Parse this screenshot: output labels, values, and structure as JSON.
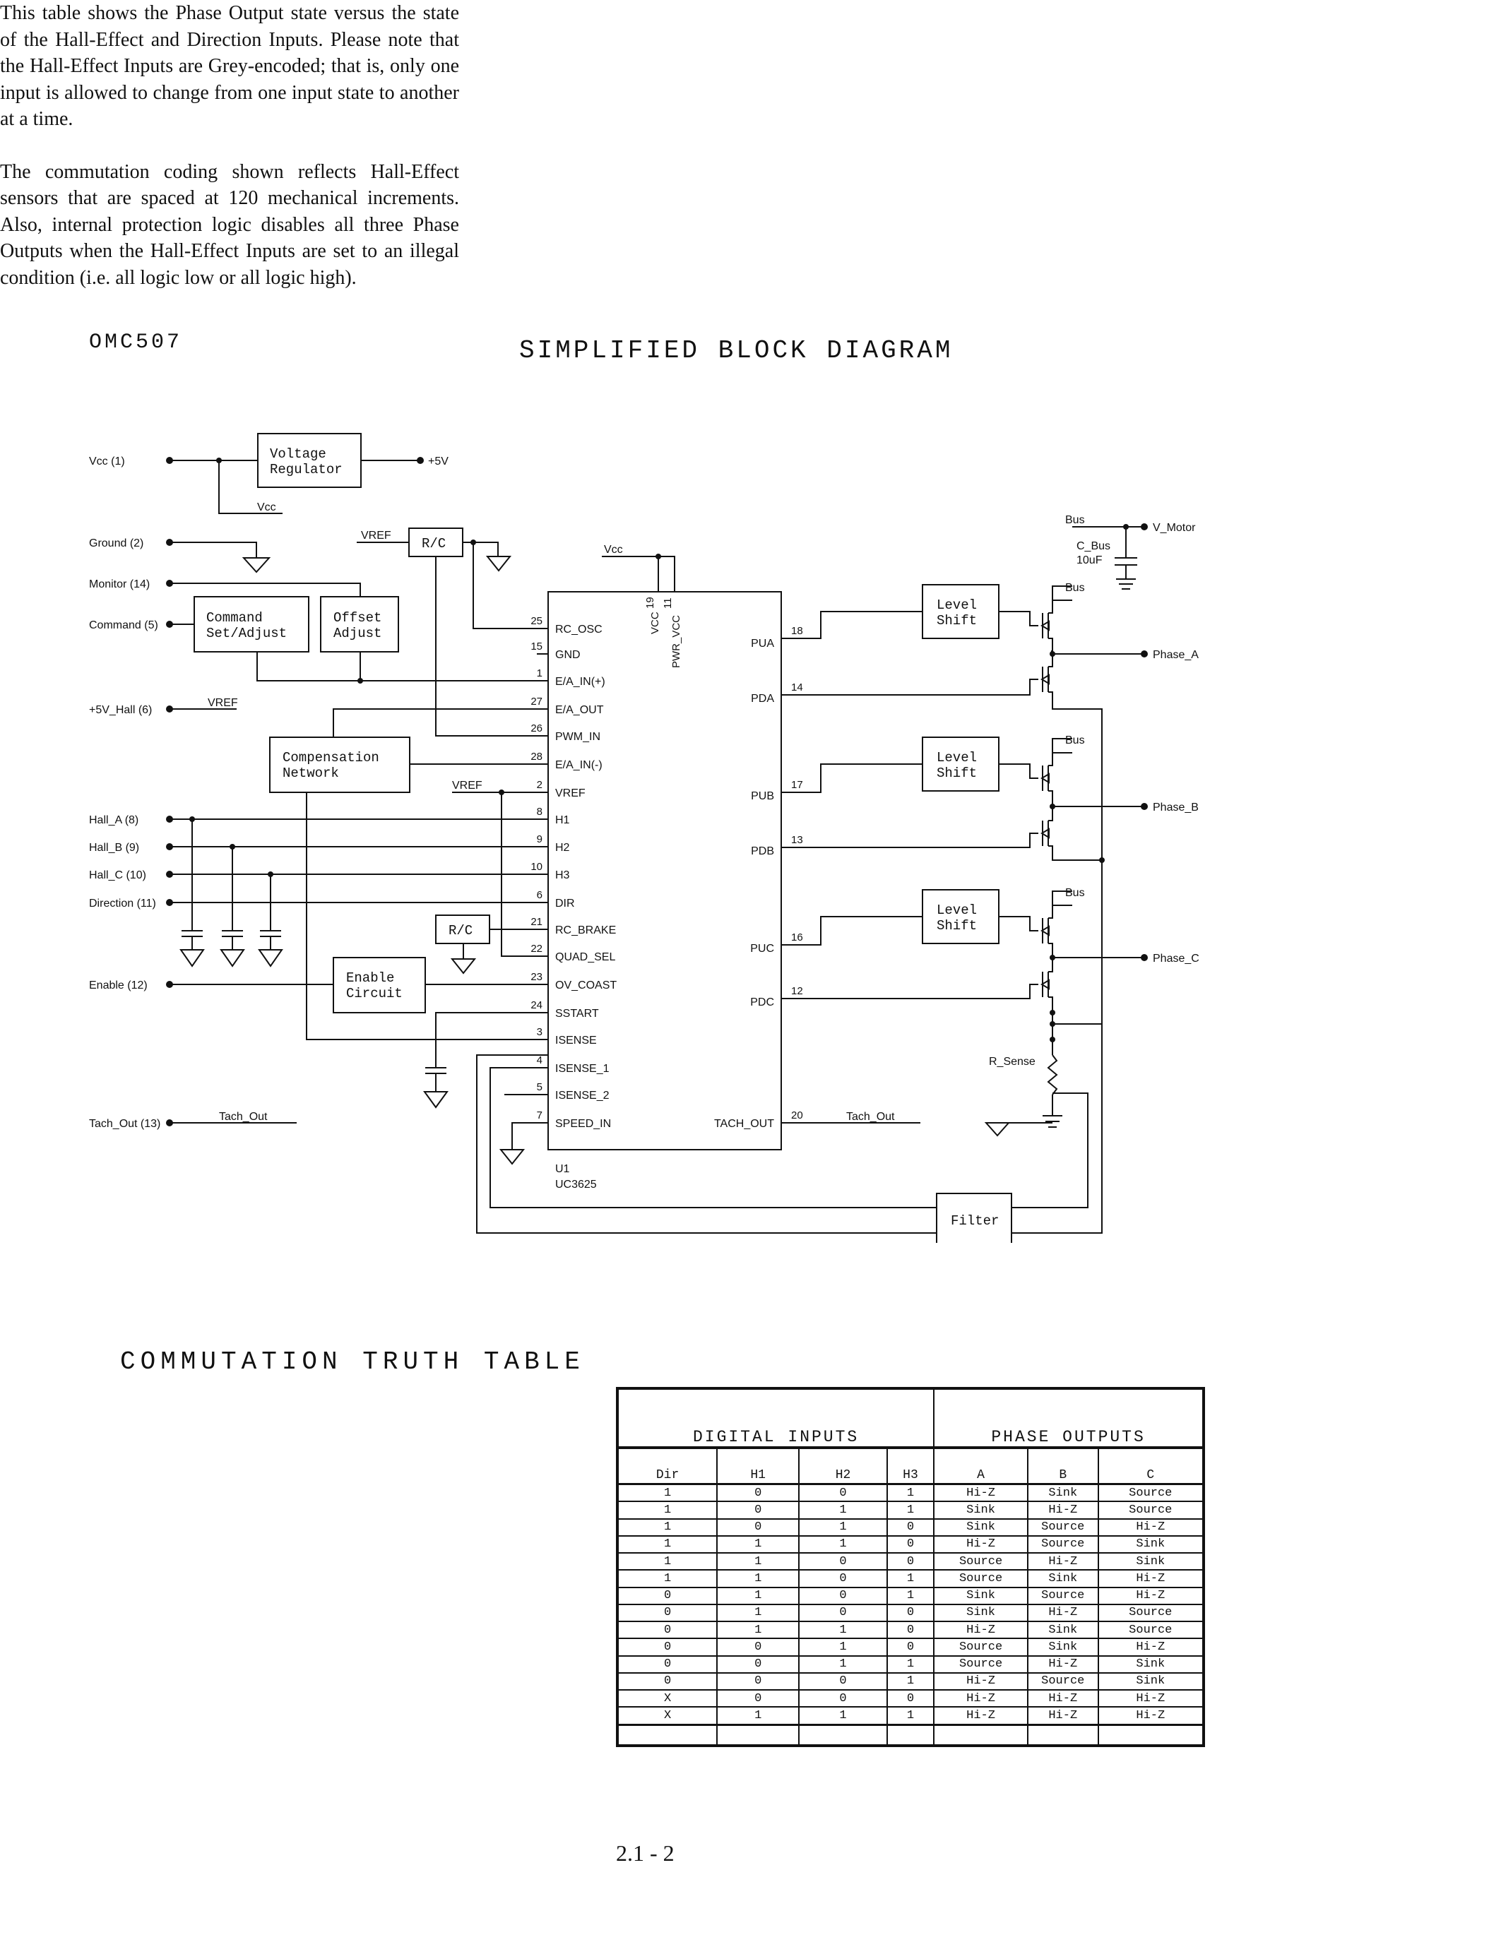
{
  "header": {
    "part_number": "OMC507",
    "title": "SIMPLIFIED BLOCK DIAGRAM"
  },
  "diagram": {
    "left_pins": {
      "vcc": "Vcc (1)",
      "ground": "Ground (2)",
      "monitor": "Monitor (14)",
      "command": "Command (5)",
      "hall_5v": "+5V_Hall (6)",
      "hall_a": "Hall_A (8)",
      "hall_b": "Hall_B (9)",
      "hall_c": "Hall_C (10)",
      "direction": "Direction (11)",
      "enable": "Enable (12)",
      "tach_out": "Tach_Out (13)"
    },
    "blocks": {
      "voltage_regulator": [
        "Voltage",
        "Regulator"
      ],
      "command_adjust": [
        "Command",
        "Set/Adjust"
      ],
      "offset_adjust": [
        "Offset",
        "Adjust"
      ],
      "compensation": [
        "Compensation",
        "Network"
      ],
      "enable_circuit": [
        "Enable",
        "Circuit"
      ],
      "rc": "R/C",
      "level_shift": [
        "Level",
        "Shift"
      ],
      "filter": "Filter"
    },
    "net_labels": {
      "plus5v": "+5V",
      "vcc": "Vcc",
      "vref": "VREF",
      "tach_out": "Tach_Out",
      "bus": "Bus",
      "v_motor": "V_Motor",
      "c_bus": "C_Bus",
      "c_bus_value": "10uF",
      "phase_a": "Phase_A",
      "phase_b": "Phase_B",
      "phase_c": "Phase_C",
      "r_sense": "R_Sense"
    },
    "ic": {
      "name": "U1",
      "part": "UC3625",
      "left_pins": [
        {
          "num": "25",
          "name": "RC_OSC"
        },
        {
          "num": "15",
          "name": "GND"
        },
        {
          "num": "1",
          "name": "E/A_IN(+)"
        },
        {
          "num": "27",
          "name": "E/A_OUT"
        },
        {
          "num": "26",
          "name": "PWM_IN"
        },
        {
          "num": "28",
          "name": "E/A_IN(-)"
        },
        {
          "num": "2",
          "name": "VREF"
        },
        {
          "num": "8",
          "name": "H1"
        },
        {
          "num": "9",
          "name": "H2"
        },
        {
          "num": "10",
          "name": "H3"
        },
        {
          "num": "6",
          "name": "DIR"
        },
        {
          "num": "21",
          "name": "RC_BRAKE"
        },
        {
          "num": "22",
          "name": "QUAD_SEL"
        },
        {
          "num": "23",
          "name": "OV_COAST"
        },
        {
          "num": "24",
          "name": "SSTART"
        },
        {
          "num": "3",
          "name": "ISENSE"
        },
        {
          "num": "4",
          "name": "ISENSE_1"
        },
        {
          "num": "5",
          "name": "ISENSE_2"
        },
        {
          "num": "7",
          "name": "SPEED_IN"
        }
      ],
      "top_pins": [
        {
          "num": "19",
          "name": "VCC"
        },
        {
          "num": "11",
          "name": "PWR_VCC"
        }
      ],
      "right_pins": [
        {
          "num": "18",
          "name": "PUA"
        },
        {
          "num": "14",
          "name": "PDA"
        },
        {
          "num": "17",
          "name": "PUB"
        },
        {
          "num": "13",
          "name": "PDB"
        },
        {
          "num": "16",
          "name": "PUC"
        },
        {
          "num": "12",
          "name": "PDC"
        },
        {
          "num": "20",
          "name": "TACH_OUT"
        }
      ]
    }
  },
  "truth_table": {
    "title": "COMMUTATION TRUTH TABLE",
    "description": [
      "This table shows the Phase Output state versus the state of the Hall-Effect and Direction Inputs. Please note that the Hall-Effect Inputs are Grey-encoded; that is, only one input is allowed to change from one input state to another at a time.",
      "The commutation coding shown reflects Hall-Effect sensors that are spaced at 120 mechanical increments. Also, internal protection logic disables all three Phase Outputs when the Hall-Effect Inputs are set to an illegal condition (i.e. all logic low or all logic high)."
    ],
    "group_headers": {
      "inputs": "DIGITAL INPUTS",
      "outputs": "PHASE OUTPUTS"
    },
    "columns": [
      "Dir",
      "H1",
      "H2",
      "H3",
      "A",
      "B",
      "C"
    ],
    "rows": [
      [
        "1",
        "0",
        "0",
        "1",
        "Hi-Z",
        "Sink",
        "Source"
      ],
      [
        "1",
        "0",
        "1",
        "1",
        "Sink",
        "Hi-Z",
        "Source"
      ],
      [
        "1",
        "0",
        "1",
        "0",
        "Sink",
        "Source",
        "Hi-Z"
      ],
      [
        "1",
        "1",
        "1",
        "0",
        "Hi-Z",
        "Source",
        "Sink"
      ],
      [
        "1",
        "1",
        "0",
        "0",
        "Source",
        "Hi-Z",
        "Sink"
      ],
      [
        "1",
        "1",
        "0",
        "1",
        "Source",
        "Sink",
        "Hi-Z"
      ],
      [
        "0",
        "1",
        "0",
        "1",
        "Sink",
        "Source",
        "Hi-Z"
      ],
      [
        "0",
        "1",
        "0",
        "0",
        "Sink",
        "Hi-Z",
        "Source"
      ],
      [
        "0",
        "1",
        "1",
        "0",
        "Hi-Z",
        "Sink",
        "Source"
      ],
      [
        "0",
        "0",
        "1",
        "0",
        "Source",
        "Sink",
        "Hi-Z"
      ],
      [
        "0",
        "0",
        "1",
        "1",
        "Source",
        "Hi-Z",
        "Sink"
      ],
      [
        "0",
        "0",
        "0",
        "1",
        "Hi-Z",
        "Source",
        "Sink"
      ],
      [
        "X",
        "0",
        "0",
        "0",
        "Hi-Z",
        "Hi-Z",
        "Hi-Z"
      ],
      [
        "X",
        "1",
        "1",
        "1",
        "Hi-Z",
        "Hi-Z",
        "Hi-Z"
      ]
    ]
  },
  "page_number": "2.1 - 2"
}
